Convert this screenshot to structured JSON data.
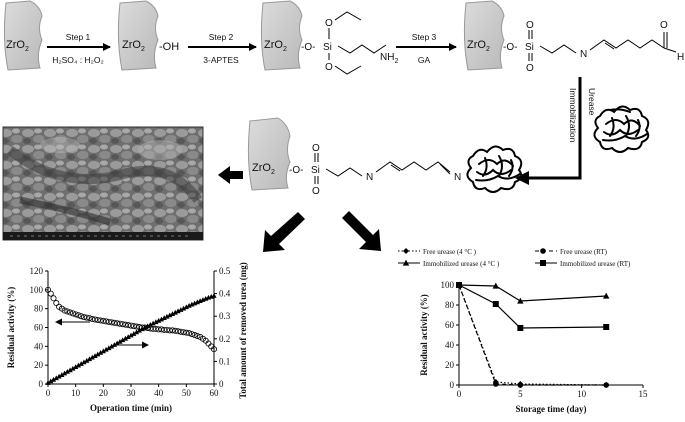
{
  "scheme": {
    "support": "ZrO",
    "support_sub": "2",
    "oh": "-OH",
    "o_link": "-O-",
    "si": "Si",
    "si_o_top": "O",
    "si_o_bottom": "O",
    "nh2": "NH",
    "nh2_sub": "2",
    "n_imine": "N",
    "aldehyde_o": "O",
    "aldehyde_h": "H",
    "steps": [
      {
        "label": "Step 1",
        "reagent": "H₂SO₄ : H₂O₂"
      },
      {
        "label": "Step 2",
        "reagent": "3-APTES"
      },
      {
        "label": "Step 3",
        "reagent": "GA"
      }
    ],
    "immobilization": {
      "line1": "Urease",
      "line2": "Immobilization"
    }
  },
  "sem_image": {
    "name": "SEM micrograph"
  },
  "left_chart": {
    "type": "scatter",
    "xlabel": "Operation time (min)",
    "ylabel_left": "Residual activity (%)",
    "ylabel_right": "Total amount of removed urea (mg)",
    "xlim": [
      0,
      60
    ],
    "ylim_left": [
      0,
      120
    ],
    "ylim_right": [
      0,
      0.5
    ],
    "x_ticks": [
      0,
      10,
      20,
      30,
      40,
      50,
      60
    ],
    "yl_ticks": [
      0,
      20,
      40,
      60,
      80,
      100,
      120
    ],
    "yr_ticks": [
      0,
      0.1,
      0.2,
      0.3,
      0.4,
      0.5
    ]
  },
  "right_chart": {
    "type": "line",
    "xlabel": "Storage time (day)",
    "ylabel": "Residual activity (%)",
    "xlim": [
      0,
      15
    ],
    "ylim": [
      0,
      100
    ],
    "x_ticks": [
      0,
      5,
      10,
      15
    ],
    "y_ticks": [
      0,
      20,
      40,
      60,
      80,
      100
    ],
    "legend": [
      {
        "label": "Free urease (4 °C )",
        "style": "dotted",
        "marker": "diamond"
      },
      {
        "label": "Free urease (RT)",
        "style": "dashed",
        "marker": "circle"
      },
      {
        "label": "Immobilized urease (4 °C )",
        "style": "solid",
        "marker": "triangle"
      },
      {
        "label": "Immobilized urease (RT)",
        "style": "solid",
        "marker": "square"
      }
    ]
  },
  "chart_data": [
    {
      "type": "scatter",
      "xlabel": "Operation time (min)",
      "ylabel": "Residual activity (%)",
      "y2label": "Total amount of removed urea (mg)",
      "series": [
        {
          "axis": "left",
          "marker": "circle",
          "x": [
            0,
            1,
            2,
            3,
            4,
            5,
            6,
            7,
            8,
            9,
            10,
            11,
            12,
            13,
            14,
            15,
            16,
            17,
            18,
            19,
            20,
            21,
            22,
            23,
            24,
            25,
            26,
            27,
            28,
            29,
            30,
            31,
            32,
            33,
            34,
            35,
            36,
            37,
            38,
            39,
            40,
            41,
            42,
            43,
            44,
            45,
            46,
            47,
            48,
            49,
            50,
            51,
            52,
            53,
            54,
            55,
            56,
            57,
            58,
            59,
            60
          ],
          "y": [
            100,
            96,
            91,
            86,
            82,
            80,
            78,
            77,
            76,
            75,
            74,
            73,
            72,
            71,
            70.5,
            70,
            69,
            68.5,
            68,
            67.5,
            67,
            66.5,
            66,
            65.5,
            65,
            64.5,
            64,
            63.5,
            63,
            62.5,
            62,
            61.5,
            61,
            60.5,
            60,
            60,
            59.5,
            59,
            58.5,
            58.5,
            58,
            58,
            57.5,
            57.5,
            57,
            57,
            56.5,
            56,
            55.5,
            55,
            54.5,
            54,
            53,
            52,
            51,
            50,
            48,
            46,
            43,
            40,
            37
          ]
        },
        {
          "axis": "right",
          "marker": "triangle",
          "x": [
            0,
            1,
            2,
            3,
            4,
            5,
            6,
            7,
            8,
            9,
            10,
            11,
            12,
            13,
            14,
            15,
            16,
            17,
            18,
            19,
            20,
            21,
            22,
            23,
            24,
            25,
            26,
            27,
            28,
            29,
            30,
            31,
            32,
            33,
            34,
            35,
            36,
            37,
            38,
            39,
            40,
            41,
            42,
            43,
            44,
            45,
            46,
            47,
            48,
            49,
            50,
            51,
            52,
            53,
            54,
            55,
            56,
            57,
            58,
            59,
            60
          ],
          "y": [
            0.005,
            0.012,
            0.019,
            0.026,
            0.033,
            0.04,
            0.047,
            0.054,
            0.061,
            0.068,
            0.075,
            0.082,
            0.089,
            0.096,
            0.103,
            0.11,
            0.117,
            0.124,
            0.131,
            0.138,
            0.145,
            0.152,
            0.159,
            0.166,
            0.173,
            0.18,
            0.187,
            0.194,
            0.201,
            0.208,
            0.215,
            0.222,
            0.229,
            0.236,
            0.243,
            0.25,
            0.256,
            0.262,
            0.268,
            0.274,
            0.28,
            0.286,
            0.292,
            0.298,
            0.304,
            0.31,
            0.316,
            0.322,
            0.328,
            0.334,
            0.34,
            0.346,
            0.352,
            0.357,
            0.362,
            0.367,
            0.372,
            0.377,
            0.382,
            0.386,
            0.39
          ]
        }
      ]
    },
    {
      "type": "line",
      "xlabel": "Storage time (day)",
      "ylabel": "Residual activity (%)",
      "series": [
        {
          "name": "Free urease (4 °C )",
          "x": [
            0,
            3,
            5,
            12
          ],
          "y": [
            100,
            3,
            1,
            0
          ]
        },
        {
          "name": "Free urease (RT)",
          "x": [
            0,
            3,
            5,
            12
          ],
          "y": [
            100,
            1,
            0,
            0
          ]
        },
        {
          "name": "Immobilized urease (4 °C )",
          "x": [
            0,
            3,
            5,
            12
          ],
          "y": [
            100,
            99,
            84,
            89
          ]
        },
        {
          "name": "Immobilized urease (RT)",
          "x": [
            0,
            3,
            5,
            12
          ],
          "y": [
            100,
            81,
            57,
            58
          ]
        }
      ]
    }
  ]
}
